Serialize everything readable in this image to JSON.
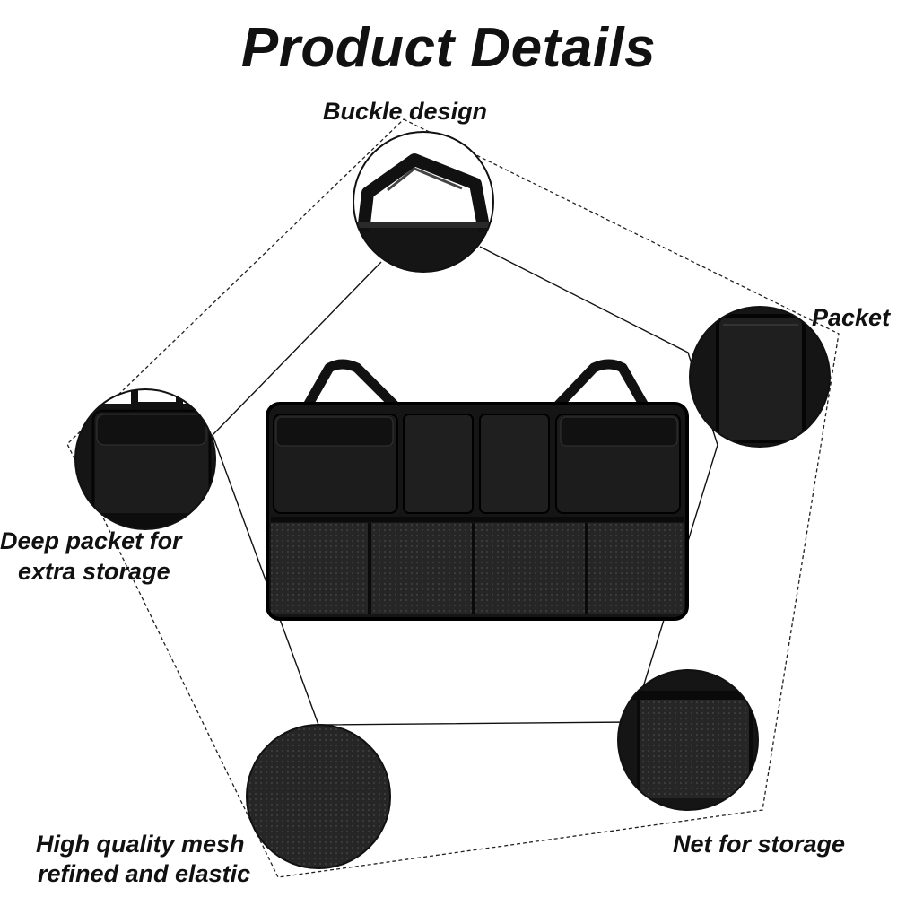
{
  "title": "Product Details",
  "labels": {
    "buckle": "Buckle design",
    "packet": "Packet",
    "deep_line1": "Deep packet for",
    "deep_line2": "extra storage",
    "mesh_line1": "High quality mesh",
    "mesh_line2": "refined and elastic",
    "net": "Net for storage"
  },
  "colors": {
    "product": "#151515",
    "mesh": "#262626",
    "outline": "#000000"
  }
}
